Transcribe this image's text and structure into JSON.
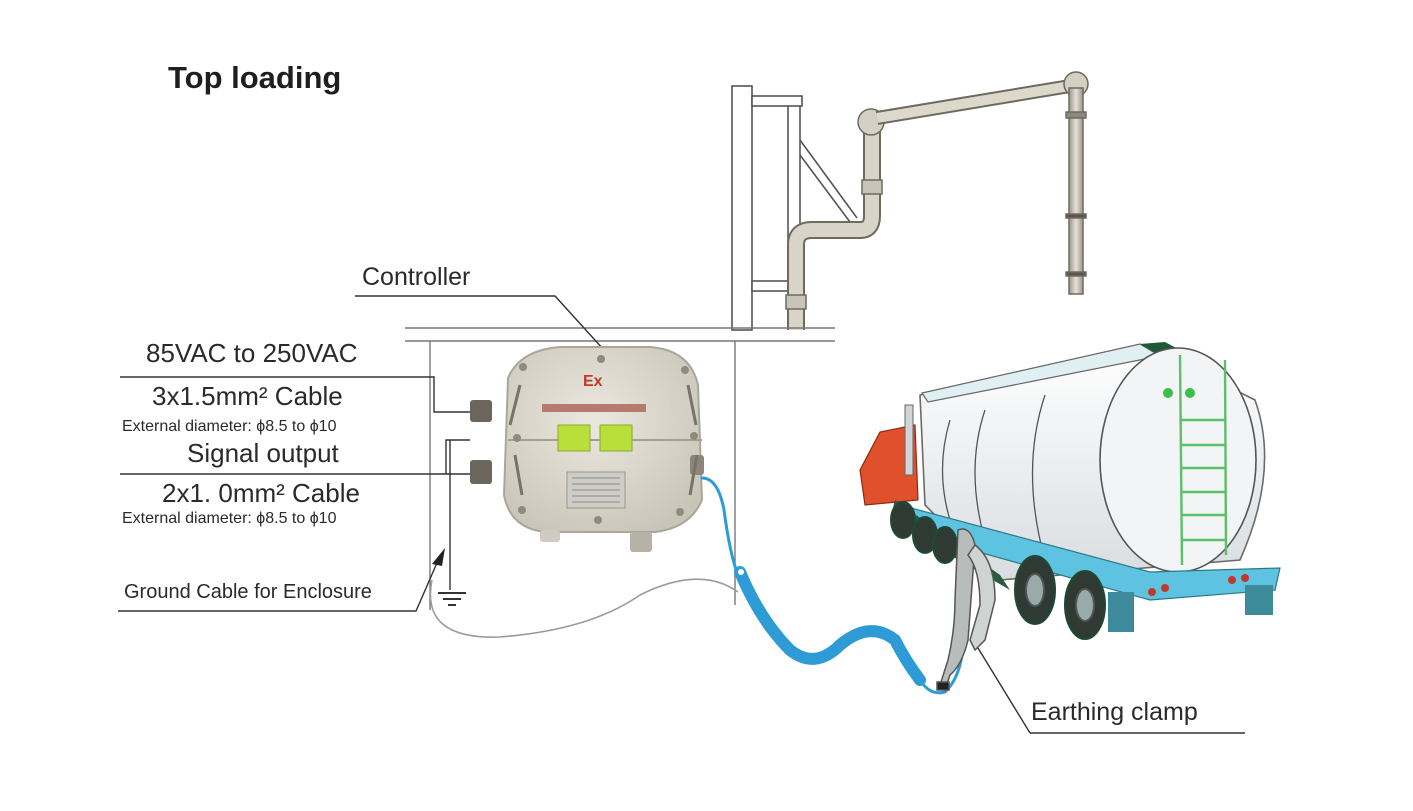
{
  "diagram": {
    "title": "Top loading",
    "labels": {
      "controller": "Controller",
      "power_supply": "85VAC to 250VAC",
      "power_cable": "3x1.5mm² Cable",
      "power_cable_diameter": "External diameter: ϕ8.5 to ϕ10",
      "signal_output": "Signal output",
      "signal_cable": "2x1. 0mm² Cable",
      "signal_cable_diameter": "External diameter: ϕ8.5 to ϕ10",
      "ground_cable": "Ground Cable for Enclosure",
      "earthing_clamp": "Earthing clamp",
      "ex_mark": "Ex"
    },
    "components": [
      {
        "name": "loading-arm",
        "description": "Top loading arm on gantry"
      },
      {
        "name": "controller-enclosure",
        "description": "Explosion-proof controller with two green indicator windows"
      },
      {
        "name": "coiled-cable",
        "description": "Blue coiled cable to earthing clamp"
      },
      {
        "name": "tanker-truck",
        "description": "Tanker truck with red cab, white tank and green ladder"
      },
      {
        "name": "earthing-clamp",
        "description": "Clamp attached to tanker"
      }
    ],
    "colors": {
      "coil_cable": "#2e9bd6",
      "cab": "#e0502a",
      "ladder": "#5cbf6a",
      "indicator": "#b9e03a",
      "enclosure": "#d9d6cc",
      "chassis": "#5ec3e0",
      "ex_text": "#c0392b"
    }
  }
}
